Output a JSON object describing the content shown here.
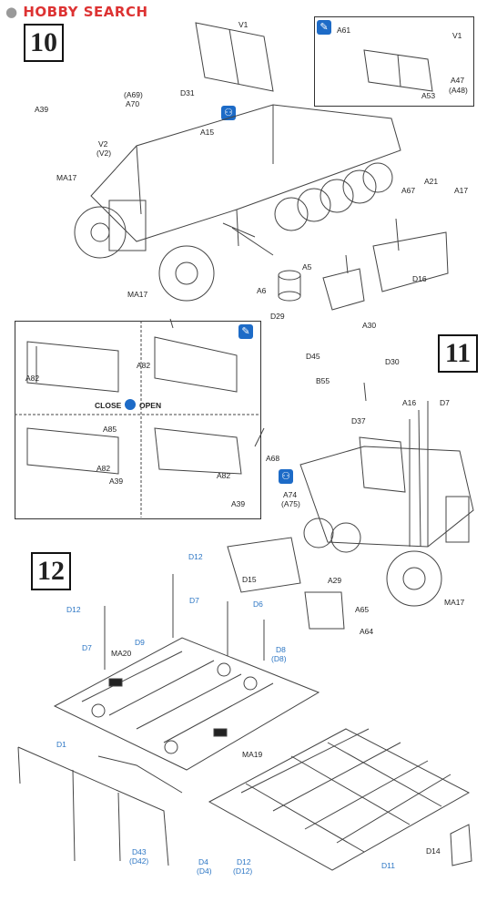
{
  "watermark": {
    "brand": "HOBBY SEARCH"
  },
  "steps": {
    "s10": "10",
    "s11": "11",
    "s12": "12"
  },
  "close_open": {
    "close": "CLOSE",
    "open": "OPEN"
  },
  "labels": {
    "V1a": "V1",
    "A61": "A61",
    "V1b": "V1",
    "A47": "A47",
    "A48": "(A48)",
    "A53": "A53",
    "A69": "(A69)",
    "A70": "A70",
    "D31": "D31",
    "A39a": "A39",
    "V2": "V2",
    "V2p": "(V2)",
    "A15": "A15",
    "MA17a": "MA17",
    "A67": "A67",
    "A21": "A21",
    "A17": "A17",
    "MA17b": "MA17",
    "A5": "A5",
    "A6": "A6",
    "D16": "D16",
    "D29": "D29",
    "A30": "A30",
    "D45": "D45",
    "D30": "D30",
    "B55": "B55",
    "A16": "A16",
    "D7a": "D7",
    "D37": "D37",
    "A82a": "A82",
    "A82b": "A82",
    "A85": "A85",
    "A82c": "A82",
    "A39b": "A39",
    "A82d": "A82",
    "A39c": "A39",
    "A68": "A68",
    "A74": "A74",
    "A75": "(A75)",
    "D15": "D15",
    "A29": "A29",
    "A65": "A65",
    "MA17c": "MA17",
    "A64": "A64",
    "D12a": "D12",
    "D7b": "D7",
    "D6": "D6",
    "D12b": "D12",
    "D9": "D9",
    "D7c": "D7",
    "MA20": "MA20",
    "D8": "D8",
    "D8p": "(D8)",
    "MA19": "MA19",
    "D1": "D1",
    "D43": "D43",
    "D42": "(D42)",
    "D4": "D4",
    "D4p": "(D4)",
    "D12c": "D12",
    "D12p": "(D12)",
    "D11": "D11",
    "D14": "D14"
  }
}
